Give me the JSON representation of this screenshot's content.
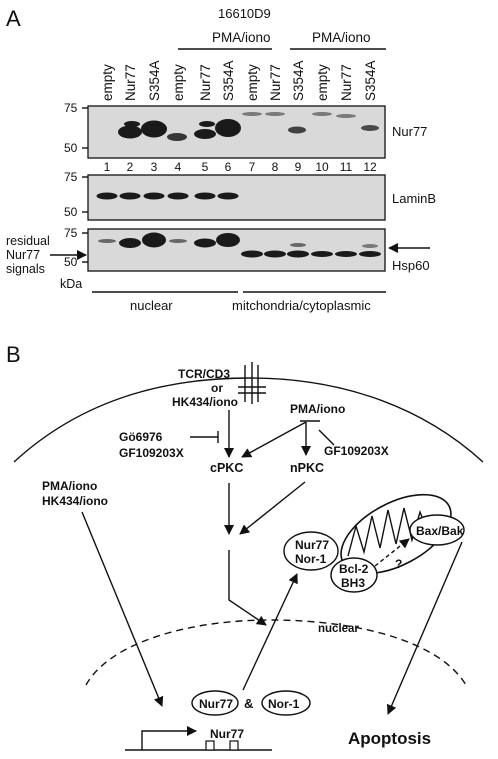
{
  "panel_a": {
    "label": "A",
    "cell_line": "16610D9",
    "treatment_label": "PMA/iono",
    "lanes": [
      "empty",
      "Nur77",
      "S354A",
      "empty",
      "Nur77",
      "S354A",
      "empty",
      "Nur77",
      "S354A",
      "empty",
      "Nur77",
      "S354A"
    ],
    "lane_numbers": [
      "1",
      "2",
      "3",
      "4",
      "5",
      "6",
      "7",
      "8",
      "9",
      "10",
      "11",
      "12"
    ],
    "blots": [
      {
        "label": "Nur77",
        "markers": [
          "75",
          "50"
        ]
      },
      {
        "label": "LaminB",
        "markers": [
          "75",
          "50"
        ]
      },
      {
        "label": "Hsp60",
        "markers": [
          "75",
          "50"
        ]
      }
    ],
    "residual_line1": "residual",
    "residual_line2": "Nur77",
    "residual_line3": "signals",
    "kda": "kDa",
    "fraction_nuclear": "nuclear",
    "fraction_mito": "mitchondria/cytoplasmic"
  },
  "panel_b": {
    "label": "B",
    "tcr_line1": "TCR/CD3",
    "tcr_line2": "or",
    "tcr_line3": "HK434/iono",
    "pma_top": "PMA/iono",
    "go_inhibitor": "Gö6976",
    "gf_inhibitor_left": "GF109203X",
    "gf_inhibitor_right": "GF109203X",
    "cpkc": "cPKC",
    "npkc": "nPKC",
    "left_stim1": "PMA/iono",
    "left_stim2": "HK434/iono",
    "nur77_nor1_line1": "Nur77",
    "nur77_nor1_line2": "Nor-1",
    "bcl2_line1": "Bcl-2",
    "bcl2_line2": "BH3",
    "bax_bak": "Bax/Bak",
    "question": "?",
    "nuclear": "nuclear",
    "nur77_protein": "Nur77",
    "ampersand": "&",
    "nor1_protein": "Nor-1",
    "gene": "Nur77",
    "apoptosis": "Apoptosis"
  }
}
